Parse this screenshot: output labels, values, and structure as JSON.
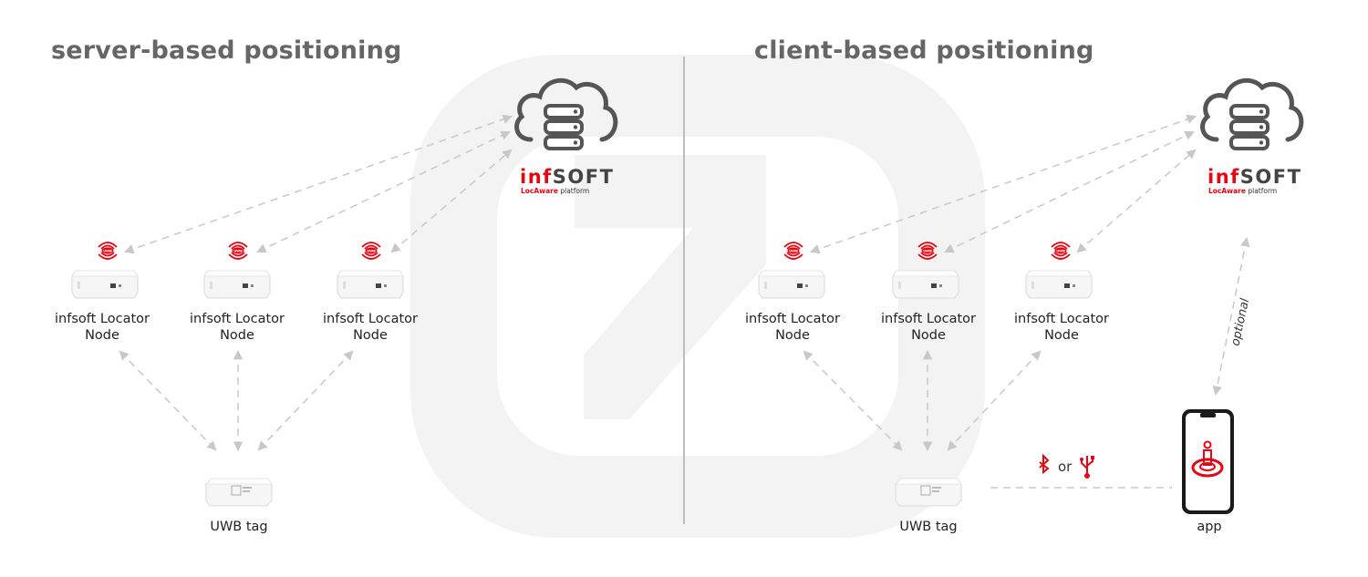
{
  "left_section": {
    "title": "server-based positioning",
    "node_label_line1": "infsoft Locator",
    "node_label_line2": "Node",
    "tag_label": "UWB tag"
  },
  "right_section": {
    "title": "client-based positioning",
    "node_label_line1": "infsoft Locator",
    "node_label_line2": "Node",
    "tag_label": "UWB tag",
    "app_label": "app",
    "optional_label": "optional",
    "connection_or": "or"
  },
  "brand": {
    "name_left": "inf",
    "name_right": "SOFT",
    "sub_accent": "LocAware",
    "sub_rest": " platform"
  },
  "uwb_badge": "UWB",
  "colors": {
    "accent_red": "#e30613",
    "title_gray": "#666666",
    "arrow_gray": "#c8c8c8",
    "cloud_gray": "#555555",
    "watermark": "#f3f3f3"
  },
  "icons": [
    "cloud-server-icon",
    "uwb-signal-icon",
    "bluetooth-icon",
    "usb-icon",
    "location-pin-icon"
  ]
}
